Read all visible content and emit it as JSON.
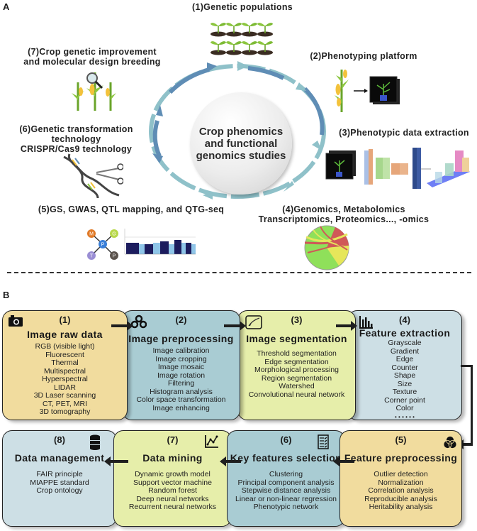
{
  "panelA": {
    "label": "A",
    "center": [
      "Crop phenomics",
      "and functional",
      "genomics studies"
    ],
    "steps": {
      "s1": [
        "(1)Genetic populations"
      ],
      "s2": [
        "(2)Phenotyping platform"
      ],
      "s3": [
        "(3)Phenotypic data extraction"
      ],
      "s4": [
        "(4)Genomics, Metabolomics",
        "Transcriptomics, Proteomics...,  -omics"
      ],
      "s5": [
        "(5)GS, GWAS, QTL mapping, and QTG-seq"
      ],
      "s6": [
        "(6)Genetic transformation",
        "technology",
        "CRISPR/Cas9 technology"
      ],
      "s7": [
        "(7)Crop genetic improvement",
        "and molecular design breeding"
      ]
    },
    "network_nodes": [
      "M",
      "G",
      "P",
      "T",
      "P"
    ]
  },
  "panelB": {
    "label": "B",
    "boxes": [
      {
        "num": "(1)",
        "title": "Image raw data",
        "icon": "camera-icon",
        "color": "#f1dc9e",
        "items": [
          "RGB (visible light)",
          "Fluorescent",
          "Thermal",
          "Multispectral",
          "Hyperspectral",
          "LIDAR",
          "3D Laser scanning",
          "CT,   PET,  MRI",
          "3D tomography"
        ]
      },
      {
        "num": "(2)",
        "title": "Image preprocessing",
        "icon": "preprocessing-icon",
        "color": "#a9ccd3",
        "items": [
          "Image calibration",
          "Image cropping",
          "Image mosaic",
          "Image rotation",
          "Filtering",
          "Histogram analysis",
          "Color space transformation",
          "Image enhancing"
        ]
      },
      {
        "num": "(3)",
        "title": "Image segmentation",
        "icon": "segmentation-brush-icon",
        "color": "#e6eeaa",
        "items": [
          "Threshold segmentation",
          "Edge segmentation",
          "Morphological processing",
          "Region segmentation",
          "Watershed",
          "Convolutional neural network"
        ]
      },
      {
        "num": "(4)",
        "title": "Feature extraction",
        "icon": "bar-chart-icon",
        "color": "#cddfe5",
        "items": [
          "Grayscale",
          "Gradient",
          "Edge",
          "Counter",
          "Shape",
          "Size",
          "Texture",
          "Corner point",
          "Color",
          "• • • • • •"
        ]
      },
      {
        "num": "(5)",
        "title": "Feature preprocessing",
        "icon": "venn-icon",
        "color": "#f1dc9e",
        "items": [
          "Outlier detection",
          "Normalization",
          "Correlation analysis",
          "Reproducible analysis",
          "Heritability analysis"
        ]
      },
      {
        "num": "(6)",
        "title": "Key features selection",
        "icon": "checklist-icon",
        "color": "#a9ccd3",
        "items": [
          "Clustering",
          "Principal component analysis",
          "Stepwise distance analysis",
          "Linear or non-linear regression",
          "Phenotypic network"
        ]
      },
      {
        "num": "(7)",
        "title": "Data mining",
        "icon": "line-chart-icon",
        "color": "#e6eeaa",
        "items": [
          "Dynamic growth model",
          "Support vector machine",
          "Random forest",
          "Deep neural networks",
          "Recurrent neural networks"
        ]
      },
      {
        "num": "(8)",
        "title": "Data management",
        "icon": "database-icon",
        "color": "#cddfe5",
        "items": [
          "FAIR principle",
          "MIAPPE standard",
          "Crop ontology"
        ]
      }
    ]
  }
}
